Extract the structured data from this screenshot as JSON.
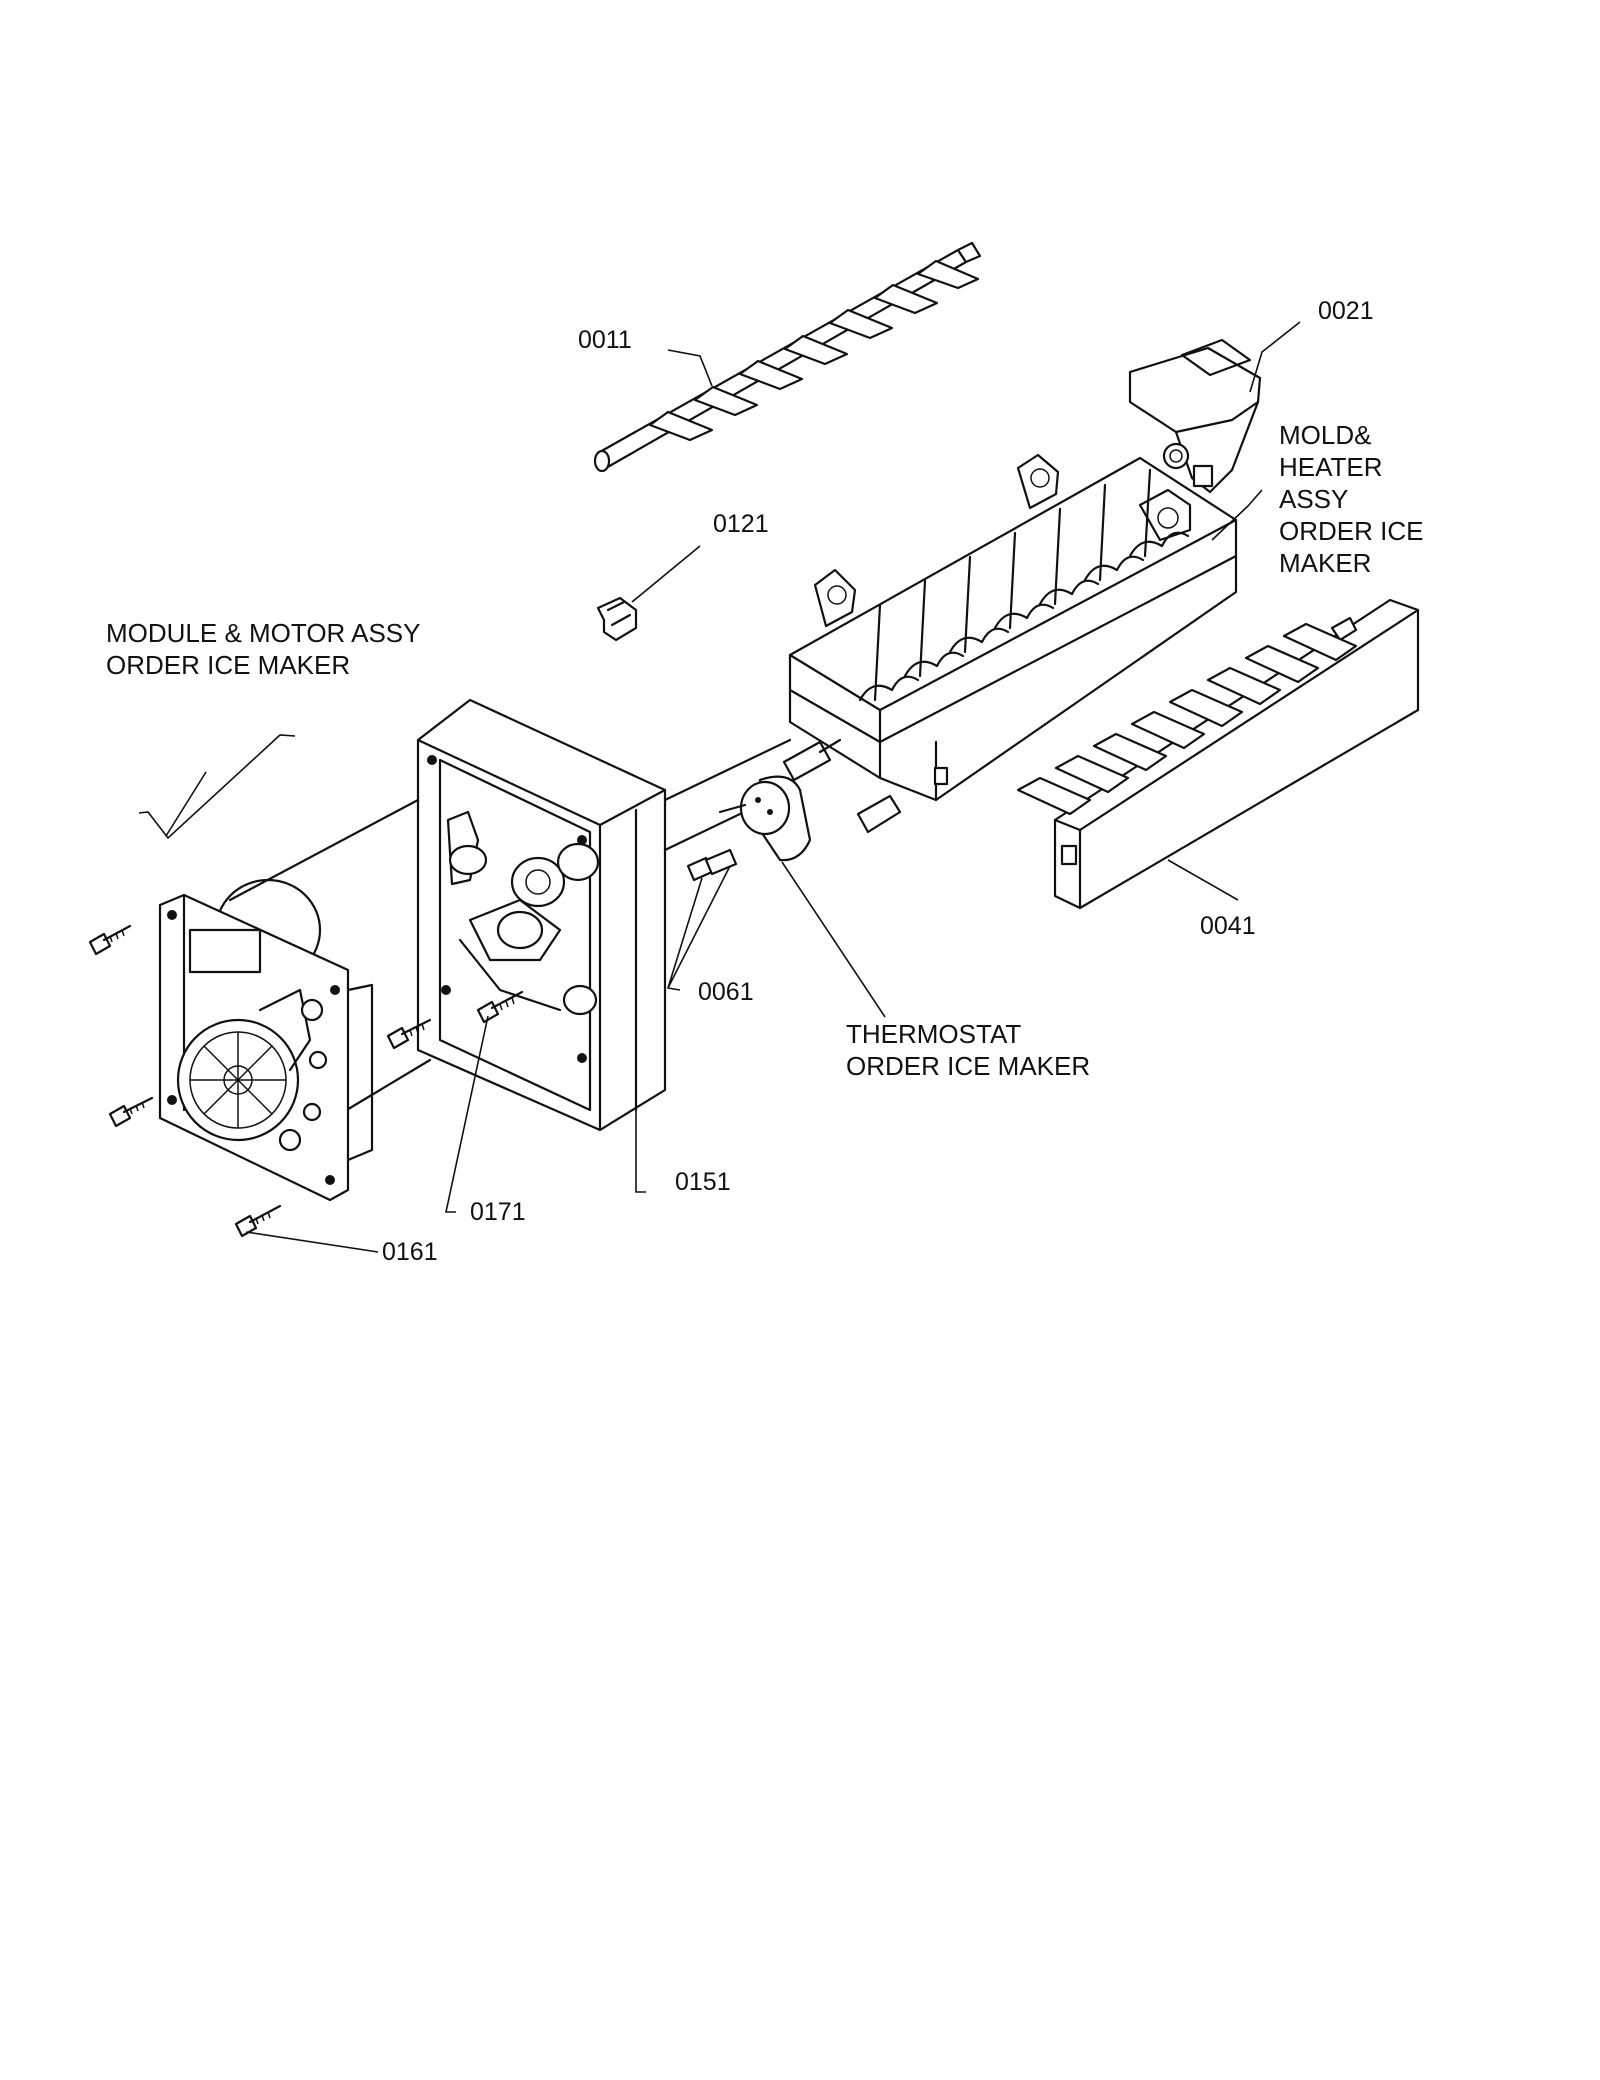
{
  "callouts": {
    "p0011": "0011",
    "p0021": "0021",
    "p0121": "0121",
    "p0041": "0041",
    "p0061": "0061",
    "p0151": "0151",
    "p0171": "0171",
    "p0161": "0161"
  },
  "notes": {
    "module_line1": "MODULE & MOTOR ASSY",
    "module_line2": "ORDER ICE MAKER",
    "mold_line1": "MOLD&",
    "mold_line2": "HEATER",
    "mold_line3": "ASSY",
    "mold_line4": "ORDER ICE",
    "mold_line5": "MAKER",
    "thermo_line1": "THERMOSTAT",
    "thermo_line2": "ORDER ICE MAKER"
  }
}
